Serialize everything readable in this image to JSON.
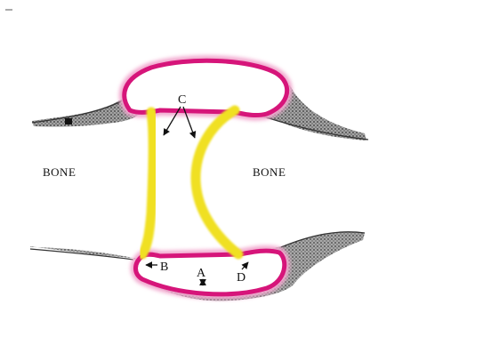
{
  "diagram": {
    "labels": {
      "left_bone": "BONE",
      "right_bone": "BONE",
      "a": "A",
      "b": "B",
      "c": "C",
      "d": "D"
    },
    "colors": {
      "background": "#ffffff",
      "magenta_lining": "#d6157a",
      "magenta_glow": "#f2a9cf",
      "yellow_band": "#f0e020",
      "stipple": "#2a2a2a",
      "arrow": "#111111"
    }
  }
}
